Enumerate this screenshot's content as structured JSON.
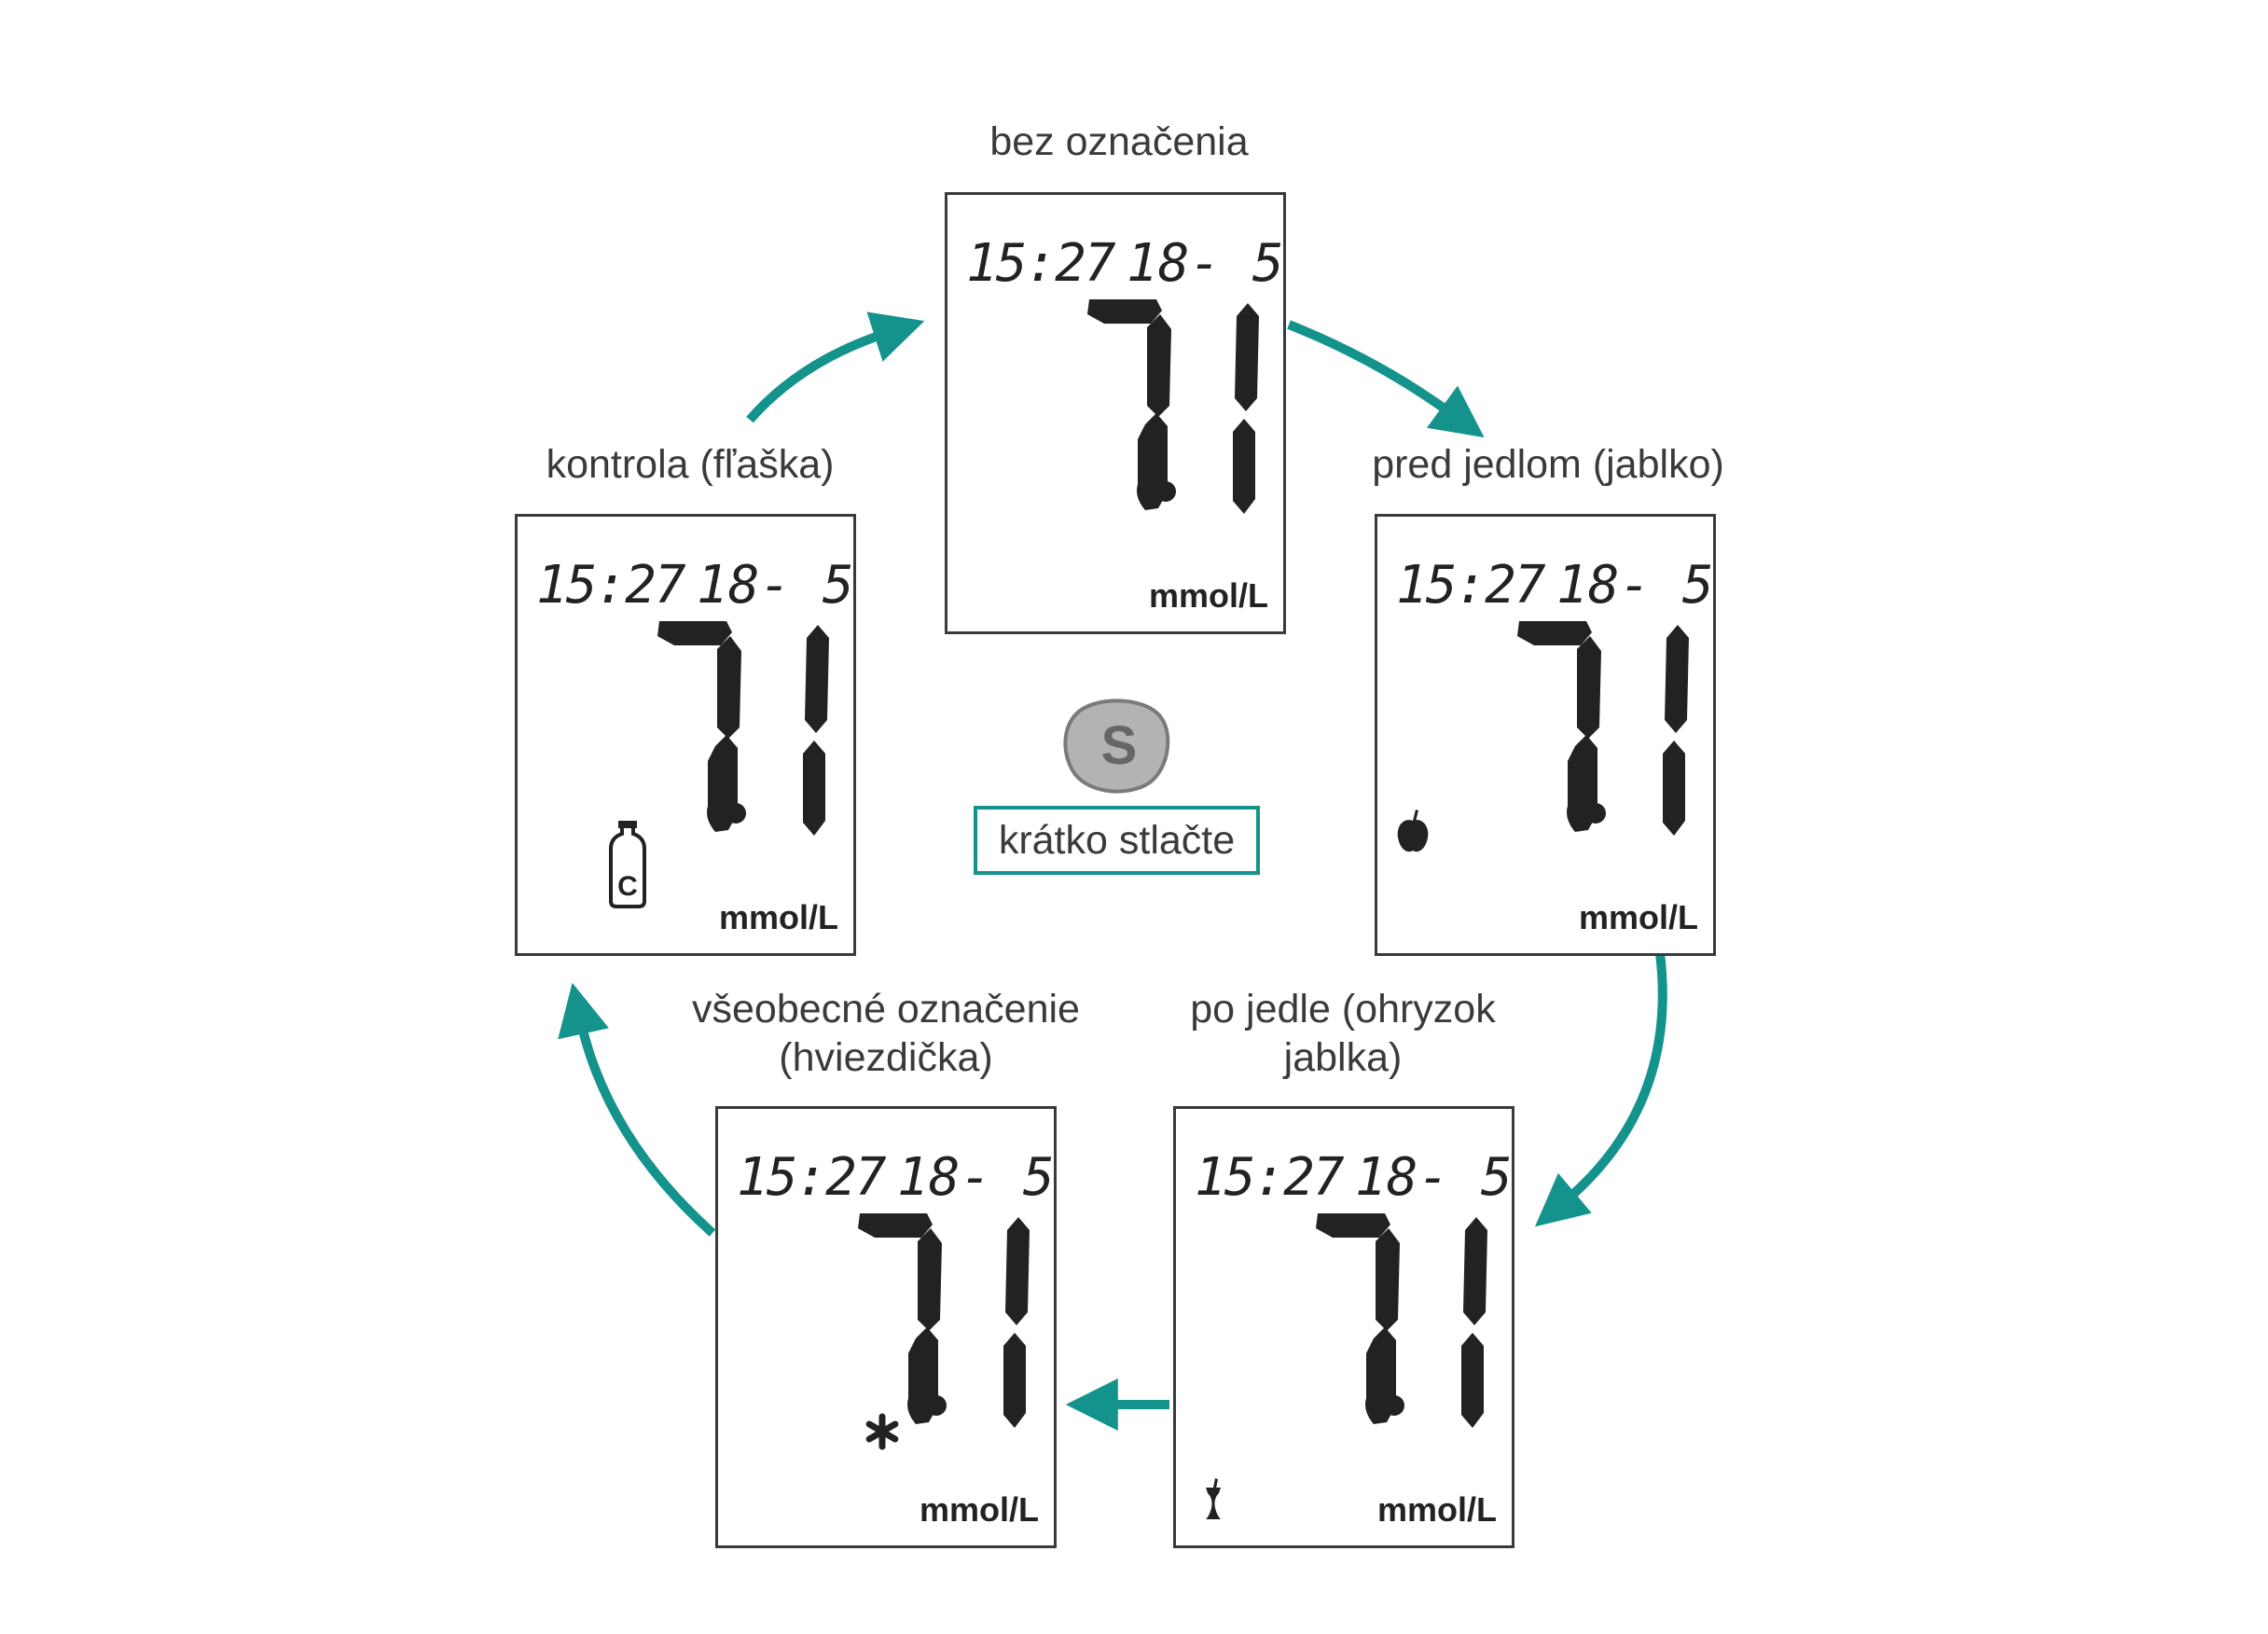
{
  "colors": {
    "arrow": "#14938c",
    "lcd": "#222222",
    "button_fill": "#b3b3b3",
    "button_stroke": "#7a7a7a",
    "button_letter": "#666666"
  },
  "button": {
    "letter": "S",
    "hint": "krátko stlačte"
  },
  "display_common": {
    "time": "15:27",
    "date": "18- 5",
    "reading_int": "7",
    "reading_dec": "1",
    "unit": "mmol/L"
  },
  "modes": [
    {
      "id": "none",
      "label_lines": [
        "bez označenia"
      ],
      "marker_icon": "none"
    },
    {
      "id": "before-meal",
      "label_lines": [
        "pred jedlom (jablko)"
      ],
      "marker_icon": "apple-icon"
    },
    {
      "id": "after-meal",
      "label_lines": [
        "po jedle (ohryzok",
        "jablka)"
      ],
      "marker_icon": "apple-core-icon"
    },
    {
      "id": "general",
      "label_lines": [
        "všeobecné označenie",
        "(hviezdička)"
      ],
      "marker_icon": "asterisk-icon"
    },
    {
      "id": "control",
      "label_lines": [
        "kontrola (fľaška)"
      ],
      "marker_icon": "control-bottle-icon",
      "marker_letter": "C"
    }
  ]
}
